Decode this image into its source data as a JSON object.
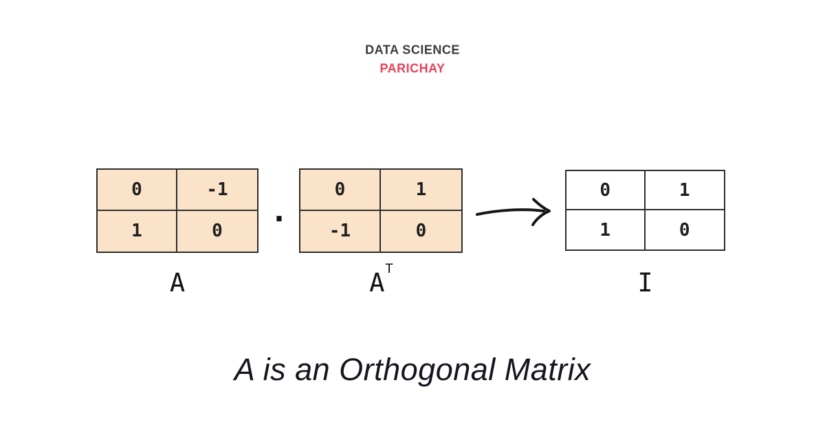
{
  "page": {
    "background": "#ffffff"
  },
  "header": {
    "brand_line1": "DATA SCIENCE",
    "brand_line2": "PARICHAY",
    "line1_color": "#3b3b3b",
    "line2_color": "#e8415a"
  },
  "equation": {
    "matrix_a": {
      "label": "A",
      "fill": "#fbe3c9",
      "rows": [
        [
          "0",
          "-1"
        ],
        [
          "1",
          "0"
        ]
      ]
    },
    "dot_operator": ".",
    "matrix_a_transpose": {
      "label": "A",
      "superscript": "T",
      "fill": "#fbe3c9",
      "rows": [
        [
          "0",
          "1"
        ],
        [
          "-1",
          "0"
        ]
      ]
    },
    "arrow_icon": "arrow-right-icon",
    "result_matrix": {
      "label": "I",
      "fill": "#ffffff",
      "rows": [
        [
          "0",
          "1"
        ],
        [
          "1",
          "0"
        ]
      ]
    }
  },
  "caption": {
    "text": "A is an Orthogonal Matrix",
    "color": "#15151f"
  },
  "colors": {
    "matrix_fill_peach": "#fbe3c9",
    "matrix_border": "#2d2d2d",
    "accent_red": "#e8415a",
    "text_dark": "#1f1f1f"
  }
}
